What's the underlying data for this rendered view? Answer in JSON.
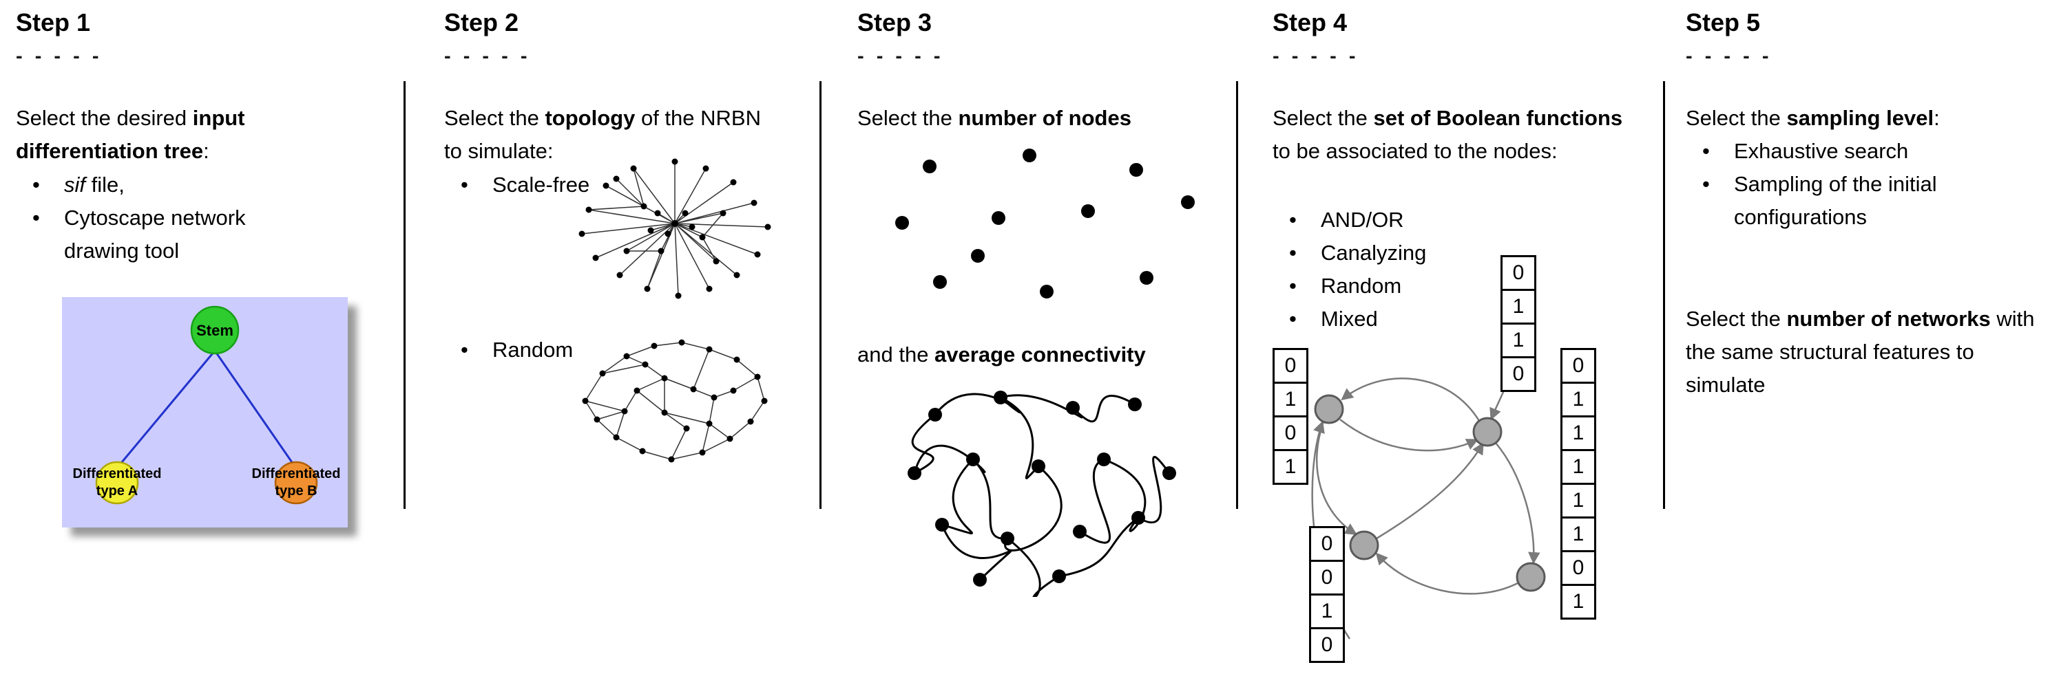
{
  "page": {
    "background": "#ffffff",
    "text_color": "#000000",
    "divider_color": "#000000"
  },
  "steps": [
    {
      "title": "Step 1",
      "dashes": "- - - - -",
      "intro": {
        "pre": "Select the desired ",
        "bold": "input differentiation tree",
        "post": ":"
      },
      "bullet1": {
        "italic": "sif",
        "rest": " file,"
      },
      "bullet2": "Cytoscape network drawing tool",
      "tree": {
        "root": "Stem",
        "left1": "Differentiated",
        "left2": "type A",
        "right1": "Differentiated",
        "right2": "type B",
        "colors": {
          "panel": "#ccccff",
          "root": "#2ecc2e",
          "left": "#f2ee35",
          "right": "#f09030",
          "edge": "#2233cc"
        }
      }
    },
    {
      "title": "Step 2",
      "dashes": "- - - - -",
      "intro": {
        "pre": "Select the ",
        "bold": "topology",
        "post": " of the NRBN to simulate:"
      },
      "bullet1": "Scale-free",
      "bullet2": "Random"
    },
    {
      "title": "Step 3",
      "dashes": "- - - - -",
      "line1": {
        "pre": "Select the ",
        "bold": "number of nodes",
        "post": ""
      },
      "line2": {
        "pre": "and the ",
        "bold": "average connectivity",
        "post": ""
      }
    },
    {
      "title": "Step 4",
      "dashes": "- - - - -",
      "intro": {
        "pre": "Select the ",
        "bold": "set of Boolean functions",
        "post": " to be associated to the nodes:"
      },
      "bullets": [
        "AND/OR",
        "Canalyzing",
        "Random",
        "Mixed"
      ],
      "tables": {
        "left": [
          "0",
          "1",
          "0",
          "1"
        ],
        "top": [
          "0",
          "1",
          "1",
          "0"
        ],
        "right": [
          "0",
          "1",
          "1",
          "1",
          "1",
          "1",
          "0",
          "1"
        ],
        "bottom": [
          "0",
          "0",
          "1",
          "0"
        ]
      }
    },
    {
      "title": "Step 5",
      "dashes": "- - - - -",
      "intro": {
        "pre": "Select the ",
        "bold": "sampling level",
        "post": ":"
      },
      "bullets": [
        "Exhaustive search",
        "Sampling of the initial configurations"
      ],
      "para2": {
        "pre": "Select the ",
        "bold": "number of networks",
        "post": " with the same structural features to simulate"
      }
    }
  ]
}
